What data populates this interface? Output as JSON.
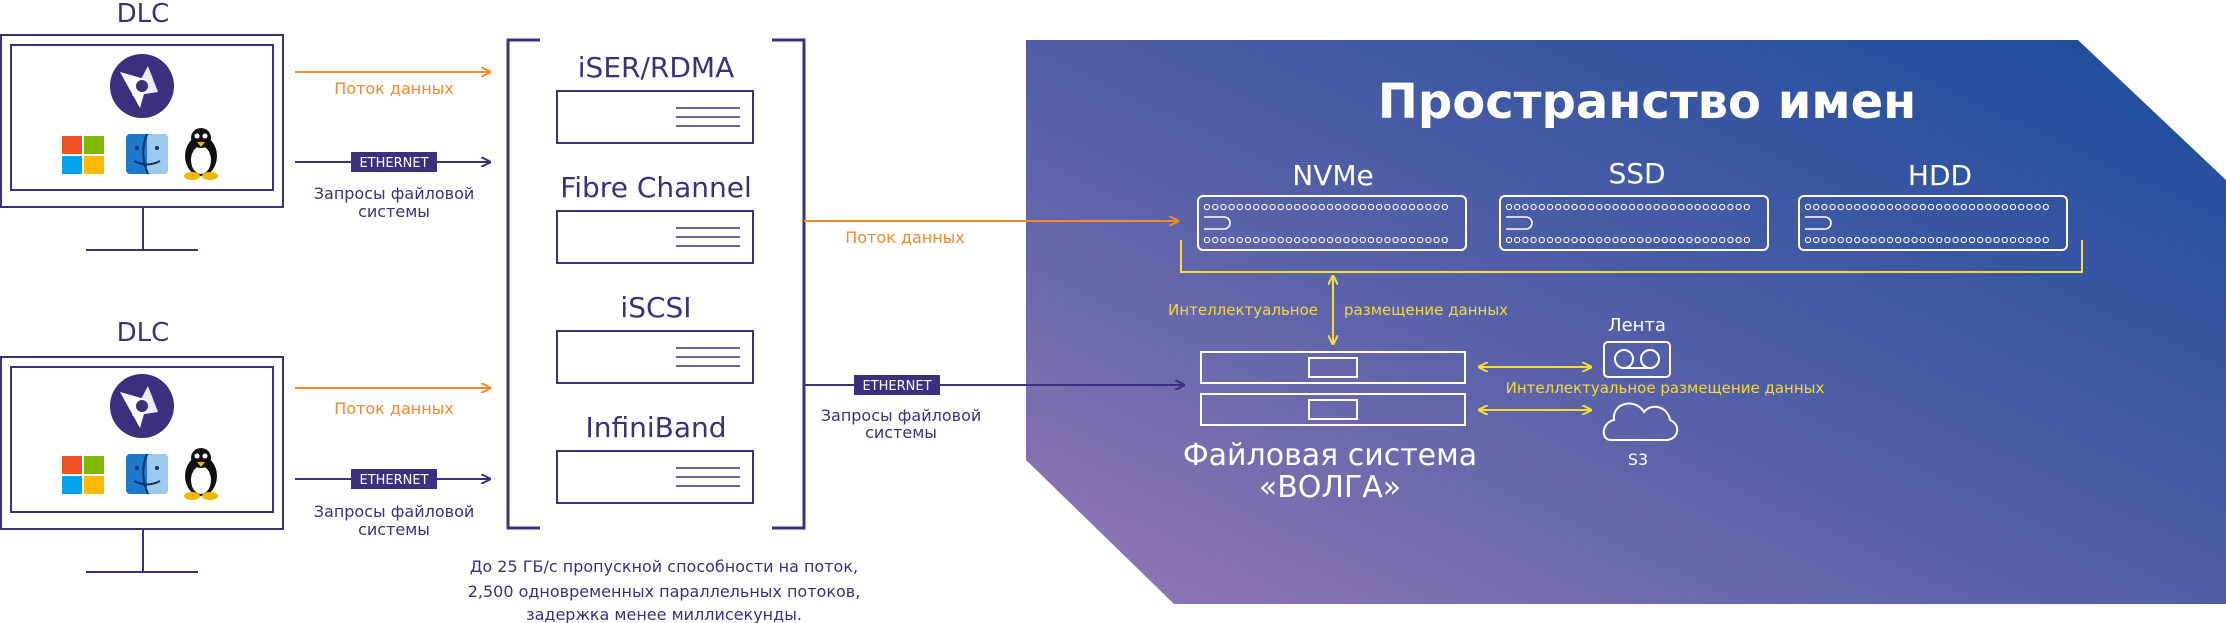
{
  "clients": [
    {
      "label": "DLC",
      "data_flow": "Поток данных",
      "ethernet": "ETHERNET",
      "requests_l1": "Запросы файловой",
      "requests_l2": "системы"
    },
    {
      "label": "DLC",
      "data_flow": "Поток данных",
      "ethernet": "ETHERNET",
      "requests_l1": "Запросы файловой",
      "requests_l2": "системы"
    }
  ],
  "gateway": {
    "protocols": [
      "iSER/RDMA",
      "Fibre Channel",
      "iSCSI",
      "InfiniBand"
    ],
    "data_flow": "Поток данных",
    "ethernet": "ETHERNET",
    "requests_l1": "Запросы файловой",
    "requests_l2": "системы",
    "note": [
      "До 25 ГБ/с пропускной способности на поток,",
      "2,500 одновременных параллельных потоков,",
      "задержка менее миллисекунды."
    ]
  },
  "namespace": {
    "title": "Пространство имен",
    "tiers": [
      "NVMe",
      "SSD",
      "HDD"
    ],
    "smart_placement_a": "Интеллектуальное",
    "smart_placement_b": "размещение данных",
    "fs_line1": "Файловая система",
    "fs_line2": "«ВОЛГА»",
    "tape_label": "Лента",
    "s3_label": "S3",
    "smart_placement_full": "Интеллектуальное размещение данных"
  },
  "colors": {
    "navy": "#3d2f7d",
    "orange": "#f08a2c",
    "yellow": "#f3dc3b",
    "panel_start": "#8b7ab8",
    "panel_end": "#1e4b98"
  }
}
